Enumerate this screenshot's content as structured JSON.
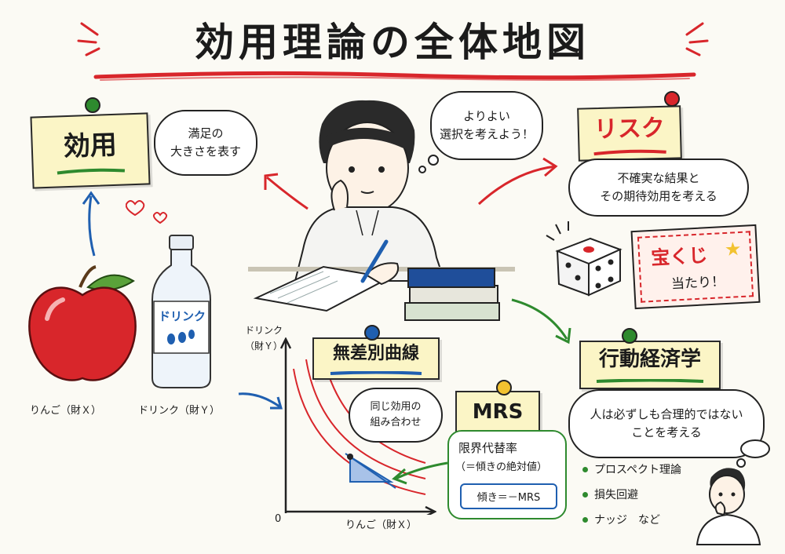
{
  "title": "効用理論の全体地図",
  "colors": {
    "red": "#d8262b",
    "blue": "#1f5fb0",
    "green": "#2e8a2e",
    "note": "#fbf5c6",
    "yellow_pin": "#f2c230"
  },
  "utility": {
    "label": "効用",
    "bubble": [
      "満足の",
      "大きさを表す"
    ],
    "apple_caption": "りんご（財Ｘ）",
    "bottle_label": "ドリンク",
    "bottle_caption": "ドリンク（財Ｙ）"
  },
  "student": {
    "bubble": [
      "よりよい",
      "選択を考えよう！"
    ]
  },
  "risk": {
    "label": "リスク",
    "bubble": [
      "不確実な結果と",
      "その期待効用を考える"
    ],
    "lottery_title": "宝くじ",
    "lottery_text": "当たり！"
  },
  "indifference": {
    "label": "無差別曲線",
    "bubble": [
      "同じ効用の",
      "組み合わせ"
    ],
    "y_axis_label": [
      "ドリンク",
      "（財Ｙ）"
    ],
    "x_axis_label": "りんご（財Ｘ）",
    "origin": "0"
  },
  "mrs": {
    "label": "MRS",
    "definition": [
      "限界代替率",
      "（＝傾きの絶対値）"
    ],
    "formula": "傾き＝－MRS"
  },
  "behavioral": {
    "label": "行動経済学",
    "bubble": [
      "人は必ずしも合理的ではない",
      "ことを考える"
    ],
    "items": [
      "プロスペクト理論",
      "損失回避",
      "ナッジ　など"
    ]
  }
}
